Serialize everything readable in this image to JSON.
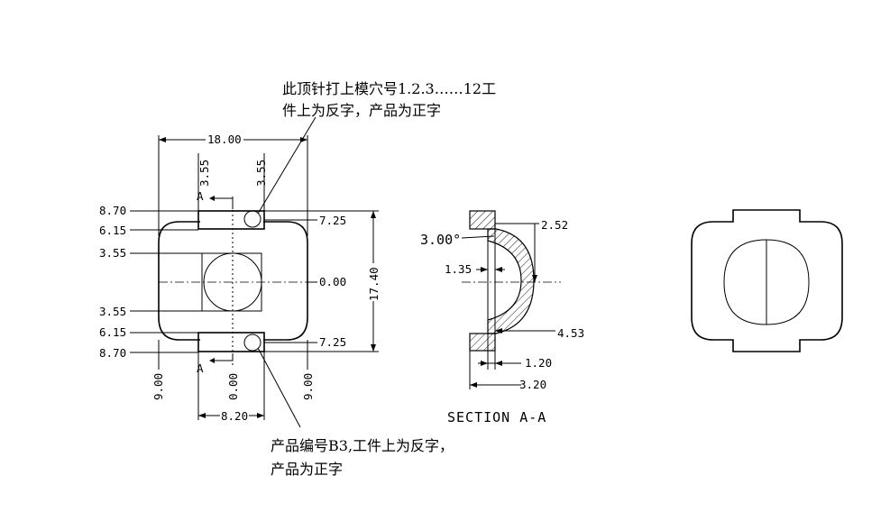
{
  "notes": {
    "top_line1": "此顶针打上模穴号1.2.3……12工",
    "top_line2": "件上为反字，产品为正字",
    "bottom_line1": "产品编号B3,工件上为反字，",
    "bottom_line2": "产品为正字"
  },
  "plan_view": {
    "width_dim": "18.00",
    "top_left_offset": "3.55",
    "top_right_offset": "3.55",
    "section_mark_top": "A",
    "section_mark_bottom": "A",
    "left_dims": [
      "8.70",
      "6.15",
      "3.55",
      "3.55",
      "6.15",
      "8.70"
    ],
    "right_top": "7.25",
    "right_center": "0.00",
    "right_bottom": "7.25",
    "height_dim": "17.40",
    "bottom_left": "9.00",
    "bottom_center": "0.00",
    "bottom_right": "9.00",
    "bottom_width": "8.20"
  },
  "section_view": {
    "angle": "3.00°",
    "dim_top_right": "2.52",
    "dim_left": "1.35",
    "dim_lower_right": "4.53",
    "dim_bottom1": "1.20",
    "dim_bottom2": "3.20",
    "title": "SECTION A-A"
  }
}
